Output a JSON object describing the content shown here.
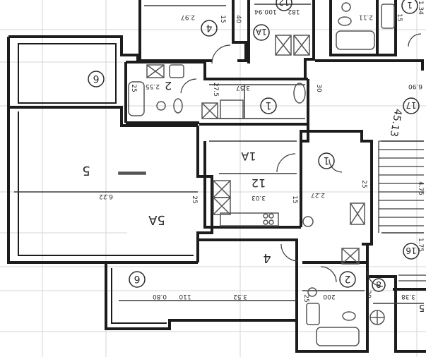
{
  "colors": {
    "paper": "#ffffff",
    "wall": "#1c1c1c",
    "thin": "#3a3a3a",
    "noise": "#9a9a9a",
    "fixture": "#555555"
  },
  "rooms": {
    "r6_top": "6",
    "r5": "5",
    "r5a": "5A",
    "r4_top": "4",
    "r1a_top": "1A",
    "r12_top": "12",
    "r1_top": "1",
    "r2_top": "2",
    "r1_mid": "1",
    "r1a_mid": "1A",
    "r12_mid": "12",
    "r4_bottom": "4",
    "r6_bottom": "6",
    "r2_bottom": "2",
    "r8": "8",
    "r16": "16",
    "r17": "17",
    "r1_right": "1",
    "r5_right": "5"
  },
  "dimensions": {
    "d297": "2.97",
    "d15a": "15",
    "d40": "40",
    "d094": "0.94",
    "d10": "10",
    "d182": "182",
    "d211": "2.11",
    "d15b": "15",
    "d134": "1.34",
    "d30": "30",
    "d357": "3.57",
    "d275": "27.5",
    "d255": "2.55",
    "d25a": "25",
    "d690": "6.90",
    "d622": "6.22",
    "d303": "3.03",
    "d227": "2.27",
    "d15c": "15",
    "d25b": "25",
    "d25c": "25",
    "d080": "0.80",
    "d110": "110",
    "d352": "3.52",
    "d200": "200",
    "d25d": "25",
    "d20": "20",
    "d338": "3.38",
    "d475": "4.75",
    "d175": "1.75",
    "d4513": "45.13"
  }
}
